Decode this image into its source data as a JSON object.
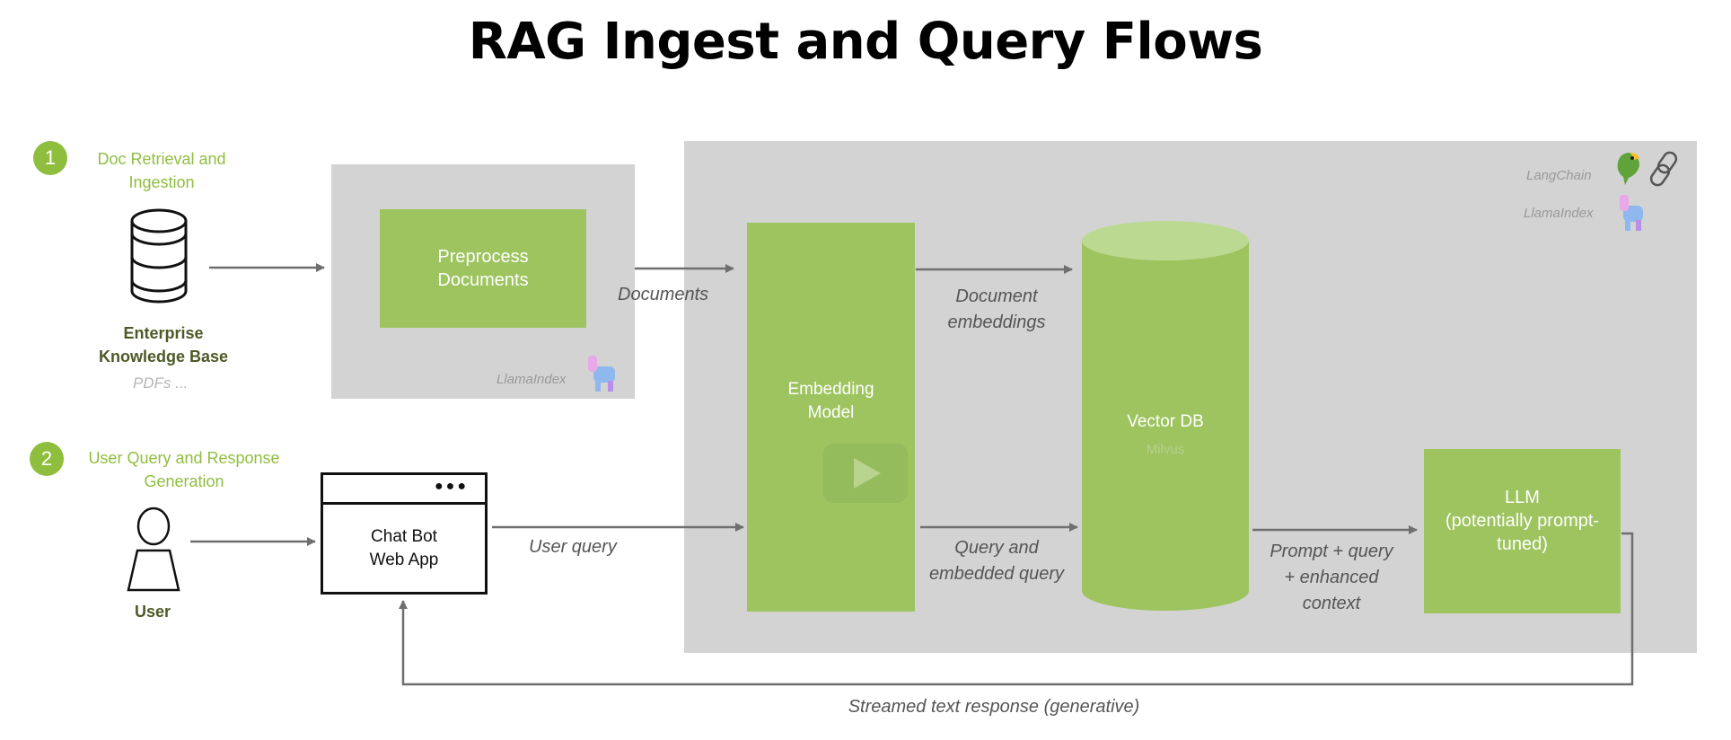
{
  "title": "RAG Ingest and Query Flows",
  "steps": [
    {
      "number": "1",
      "label_line1": "Doc Retrieval and",
      "label_line2": "Ingestion"
    },
    {
      "number": "2",
      "label_line1": "User Query and Response",
      "label_line2": "Generation"
    }
  ],
  "knowledge_base": {
    "line1": "Enterprise",
    "line2": "Knowledge Base",
    "sub": "PDFs ..."
  },
  "user": {
    "label": "User"
  },
  "preprocess": {
    "line1": "Preprocess",
    "line2": "Documents",
    "framework": "LlamaIndex"
  },
  "chatbot": {
    "line1": "Chat Bot",
    "line2": "Web App"
  },
  "embedding_model": {
    "line1": "Embedding",
    "line2": "Model"
  },
  "vector_db": {
    "label": "Vector DB",
    "sub": "Milvus"
  },
  "llm": {
    "line1": "LLM",
    "line2": "(potentially prompt-",
    "line3": "tuned)"
  },
  "frameworks": {
    "langchain": "LangChain",
    "llamaindex": "LlamaIndex"
  },
  "edge_labels": {
    "documents": "Documents",
    "doc_embeddings_1": "Document",
    "doc_embeddings_2": "embeddings",
    "user_query": "User query",
    "query_embedded_1": "Query and",
    "query_embedded_2": "embedded query",
    "prompt_1": "Prompt + query",
    "prompt_2": "+ enhanced",
    "prompt_3": "context",
    "streamed": "Streamed text response (generative)"
  },
  "colors": {
    "accent_green": "#9dc45f",
    "step_green": "#8fbe3f",
    "panel_gray": "#d3d3d3"
  }
}
